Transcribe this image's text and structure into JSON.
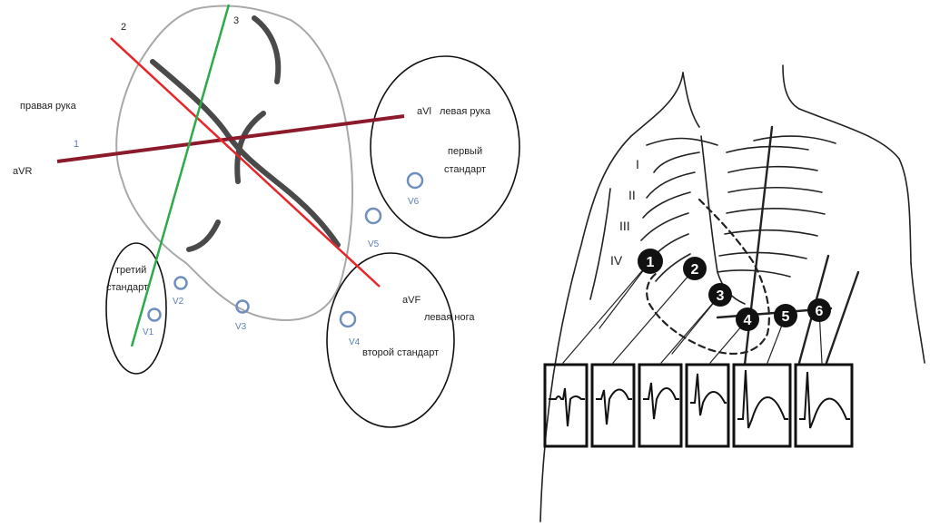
{
  "left_diagram": {
    "line_numbers": {
      "line1": "1",
      "line2": "2",
      "line3": "3"
    },
    "labels": {
      "right_arm": "правая рука",
      "left_arm": "левая рука",
      "left_leg": "левая нога",
      "first_standard_l1": "первый",
      "first_standard_l2": "стандарт",
      "second_standard": "второй стандарт",
      "third_standard_l1": "третий",
      "third_standard_l2": "стандарт",
      "avr": "aVR",
      "avl": "aVl",
      "avf": "aVF"
    },
    "electrodes": {
      "v1": "V1",
      "v2": "V2",
      "v3": "V3",
      "v4": "V4",
      "v5": "V5",
      "v6": "V6"
    },
    "colors": {
      "lead1": "#8b1a2b",
      "lead2": "#e8262a",
      "lead3": "#2daa4a",
      "electrode": "#6f8fbf",
      "label_blue": "#5a7fb5"
    }
  },
  "right_diagram": {
    "rib_numbers": {
      "r1": "I",
      "r2": "II",
      "r3": "III",
      "r4": "IV"
    },
    "chest_leads": [
      "1",
      "2",
      "3",
      "4",
      "5",
      "6"
    ]
  }
}
